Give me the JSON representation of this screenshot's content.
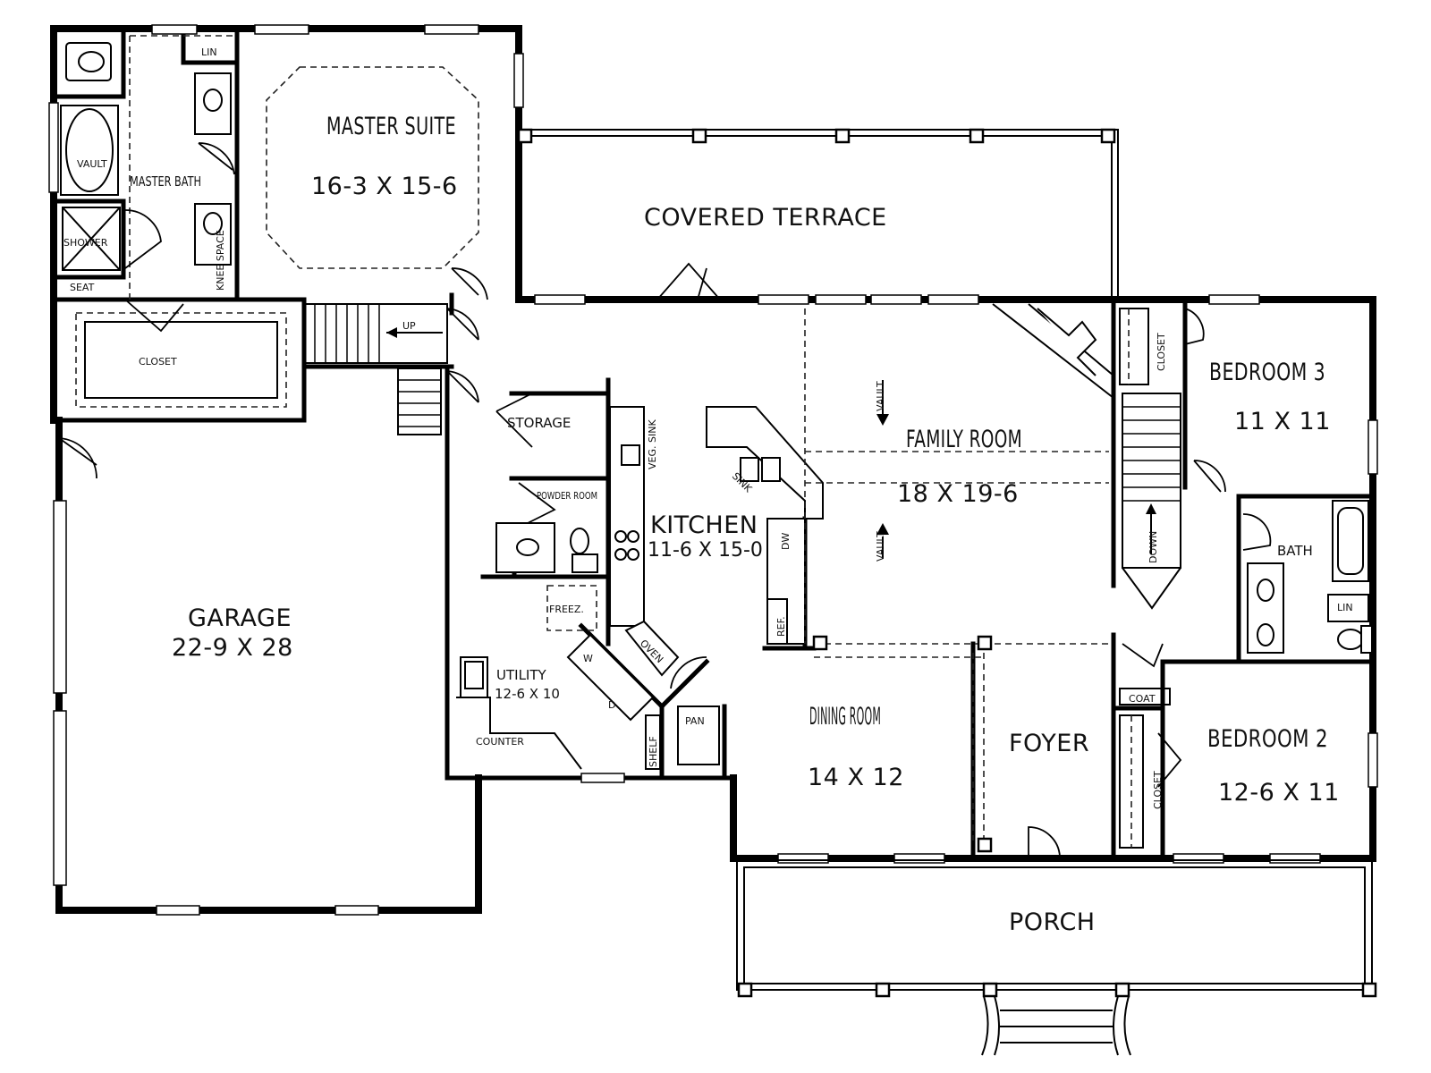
{
  "labels": {
    "master_suite_name": "MASTER SUITE",
    "master_suite_dims": "16-3 X 15-6",
    "master_bath": "MASTER BATH",
    "vault_master": "VAULT",
    "shower": "SHOWER",
    "seat": "SEAT",
    "lin_master": "LIN",
    "knee_space": "KNEE SPACE",
    "closet_master": "CLOSET",
    "up": "UP",
    "covered_terrace": "COVERED TERRACE",
    "garage_name": "GARAGE",
    "garage_dims": "22-9 X 28",
    "storage": "STORAGE",
    "powder_room": "POWDER ROOM",
    "veg_sink": "VEG. SINK",
    "sink": "SINK",
    "dw": "DW",
    "kitchen_name": "KITCHEN",
    "kitchen_dims": "11-6 X 15-0",
    "freez": "FREEZ.",
    "ref": "REF.",
    "oven": "OVEN",
    "utility_name": "UTILITY",
    "utility_dims": "12-6 X 10",
    "w": "W",
    "d": "D",
    "counter": "COUNTER",
    "shelf": "SHELF",
    "pan": "PAN",
    "family_name": "FAMILY ROOM",
    "family_dims": "18 X 19-6",
    "vault_family_1": "VAULT",
    "vault_family_2": "VAULT",
    "closet_b3": "CLOSET",
    "bedroom3_name": "BEDROOM 3",
    "bedroom3_dims": "11 X 11",
    "down": "DOWN",
    "bath": "BATH",
    "lin_bath": "LIN",
    "coat": "COAT",
    "bedroom2_name": "BEDROOM 2",
    "bedroom2_dims": "12-6 X 11",
    "closet_b2": "CLOSET",
    "dining_name": "DINING ROOM",
    "dining_dims": "14 X 12",
    "foyer": "FOYER",
    "porch": "PORCH"
  }
}
